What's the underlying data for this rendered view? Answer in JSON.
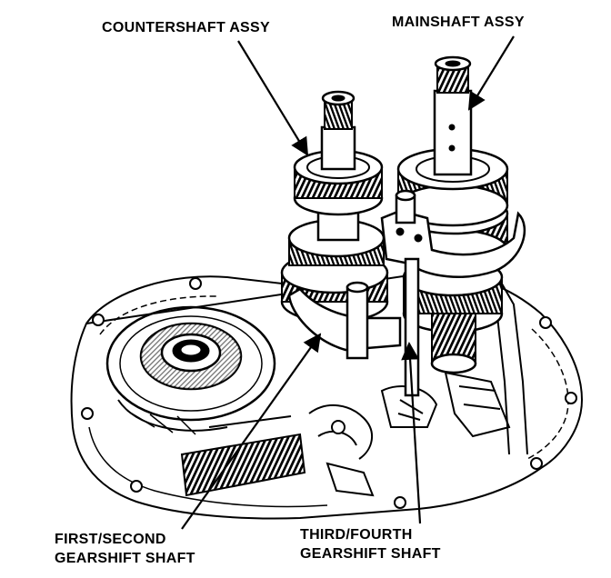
{
  "labels": {
    "countershaft": "COUNTERSHAFT ASSY",
    "mainshaft": "MAINSHAFT ASSY",
    "first_second": [
      "FIRST/SECOND",
      "GEARSHIFT SHAFT"
    ],
    "third_fourth": [
      "THIRD/FOURTH",
      "GEARSHIFT SHAFT"
    ]
  },
  "colors": {
    "ink": "#000000",
    "paper": "#ffffff"
  }
}
